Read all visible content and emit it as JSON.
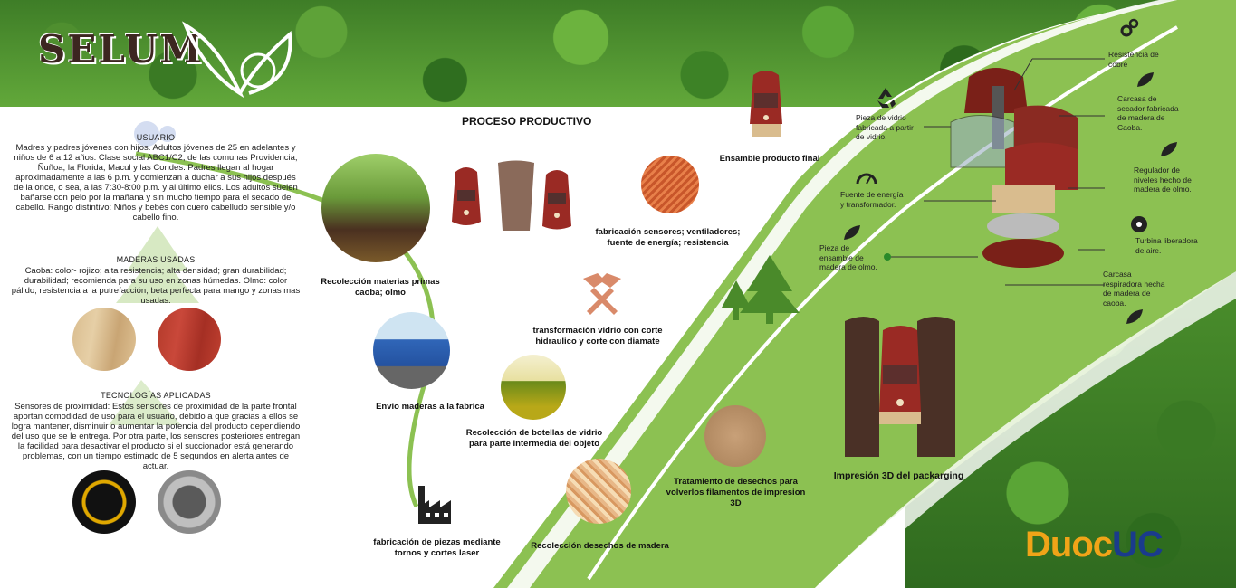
{
  "brand": {
    "logo_text": "SELUM",
    "duoc": "Duoc",
    "uc": "UC"
  },
  "colors": {
    "green": "#8cc152",
    "dark_green": "#4a8a2a",
    "wood_red": "#9a2a24",
    "wood_light": "#d9bc8e",
    "duoc_orange": "#f0a418",
    "uc_blue": "#1a3b8c"
  },
  "process_title": "PROCESO PRODUCTIVO",
  "left": {
    "usuario": {
      "heading": "USUARIO",
      "body": "Madres y padres jóvenes con hijos. Adultos jóvenes de 25 en adelantes y niños de 6 a 12 años. Clase social ABC1/C2, de las comunas Providencia, Ñuñoa, la Florida, Macul y las Condes. Padres llegan al hogar aproximadamente a las 6 p.m. y comienzan a duchar a sus hijos después de la once, o sea, a las 7:30-8:00 p.m. y al último ellos. Los adultos suelen bañarse con pelo por la mañana y sin mucho tiempo para el secado de cabello. Rango distintivo: Niños y bebés con cuero cabelludo sensible y/o cabello fino."
    },
    "maderas": {
      "heading": "MADERAS USADAS",
      "body": "Caoba: color- rojizo; alta resistencia; alta densidad; gran durabilidad; durabilidad; recomienda para su uso en zonas húmedas. Olmo: color pálido; resistencia a la putrefacción; beta perfecta para mango y zonas mas usadas."
    },
    "tecnologias": {
      "heading": "TECNOLOGÍAS APLICADAS",
      "body": "Sensores de proximidad: Estos sensores de proximidad de la parte frontal aportan comodidad de uso para el usuario, debido a que gracias a ellos se logra mantener, disminuir o aumentar la potencia del producto dependiendo del uso que se le entrega. Por otra parte, los sensores posteriores entregan la facilidad para desactivar el producto si el succionador está generando problemas, con un tiempo estimado de 5 segundos en alerta antes de actuar."
    }
  },
  "steps": {
    "recoleccion_materias": "Recolección materias primas caoba; olmo",
    "envio_maderas": "Envio maderas a la fabrica",
    "fabricacion_piezas": "fabricación de piezas mediante tornos y cortes laser",
    "recoleccion_botellas": "Recolección de botellas de vidrio para parte intermedia del objeto",
    "transformacion_vidrio": "transformación vidrio con corte hidraulico y corte con diamate",
    "fabricacion_sensores": "fabricación sensores; ventiladores; fuente de energía; resistencia",
    "ensamble": "Ensamble producto final",
    "recoleccion_desechos": "Recolección desechos de madera",
    "tratamiento": "Tratamiento de desechos para volverlos filamentos de impresion 3D",
    "impresion": "Impresión 3D del packarging"
  },
  "parts": {
    "resistencia": "Resistencia de cobre",
    "vidrio": "Pieza de vidrio fabricada a partir de vidrio.",
    "carcasa_secador": "Carcasa de secador fabricada de madera de Caoba.",
    "fuente": "Fuente de energía y transformador.",
    "regulador": "Regulador de niveles hecho de madera de olmo.",
    "turbina": "Turbina liberadora de aire.",
    "ensamble_pieza": "Pieza de ensamble de madera de olmo.",
    "carcasa_resp": "Carcasa respiradora hecha de madera de caoba."
  }
}
